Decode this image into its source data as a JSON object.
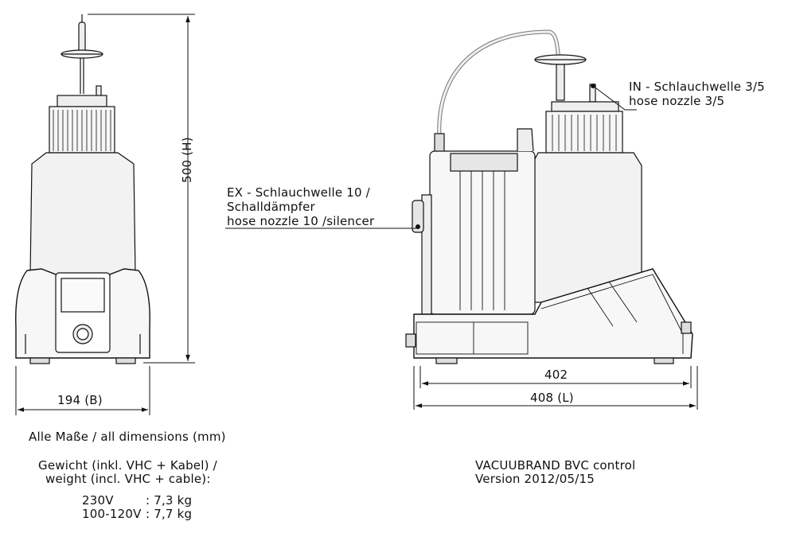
{
  "dimensions": {
    "height": "500 (H)",
    "width": "194 (B)",
    "length_inner": "402",
    "length_outer": "408 (L)"
  },
  "callouts": {
    "inlet_line1": "IN - Schlauchwelle 3/5",
    "inlet_line2": "hose nozzle 3/5",
    "exhaust_line1": "EX - Schlauchwelle 10 /",
    "exhaust_line2": "Schalldämpfer",
    "exhaust_line3": "hose nozzle 10 /silencer"
  },
  "notes": {
    "dimensions_unit": "Alle Maße / all dimensions (mm)",
    "weight_title_de": "Gewicht (inkl. VHC + Kabel) /",
    "weight_title_en": "weight (incl. VHC + cable):",
    "weight_rows": [
      {
        "voltage": "230V",
        "weight": ": 7,3 kg"
      },
      {
        "voltage": "100-120V",
        "weight": ": 7,7 kg"
      }
    ],
    "product_name": "VACUUBRAND BVC control",
    "version": "Version 2012/05/15"
  }
}
